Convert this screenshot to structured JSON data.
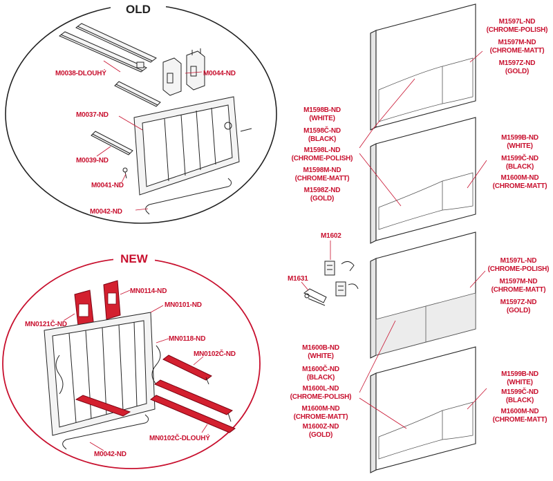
{
  "sections": {
    "old": "OLD",
    "new": "NEW"
  },
  "colors": {
    "accent": "#c8102e",
    "ink": "#222222",
    "part_highlight": "#d3202f"
  },
  "old_parts": {
    "dlouhy": "M0038-DLOUHÝ",
    "m0044": "M0044-ND",
    "m0037": "M0037-ND",
    "m0039": "M0039-ND",
    "m0041": "M0041-ND",
    "m0042": "M0042-ND"
  },
  "new_parts": {
    "mn0121": "MN0121Č-ND",
    "mn0114": "MN0114-ND",
    "mn0101": "MN0101-ND",
    "mn0118": "MN0118-ND",
    "mn0102": "MN0102Č-ND",
    "mn0102_dlouhy": "MN0102Č-DLOUHÝ",
    "m0042": "M0042-ND"
  },
  "clips": {
    "m1602": "M1602",
    "m1631": "M1631"
  },
  "plate_labels": {
    "p1_top": [
      "M1597L-ND",
      "(CHROME-POLISH)",
      "M1597M-ND",
      "(CHROME-MATT)",
      "M1597Z-ND",
      "(GOLD)"
    ],
    "mid_left_a": [
      "M1598B-ND",
      "(WHITE)",
      "M1598Č-ND",
      "(BLACK)",
      "M1598L-ND",
      "(CHROME-POLISH)",
      "M1598M-ND",
      "(CHROME-MATT)",
      "M1598Z-ND",
      "(GOLD)"
    ],
    "p2_right": [
      "M1599B-ND",
      "(WHITE)",
      "M1599Č-ND",
      "(BLACK)",
      "M1600M-ND",
      "(CHROME-MATT)"
    ],
    "p3_right": [
      "M1597L-ND",
      "(CHROME-POLISH)",
      "M1597M-ND",
      "(CHROME-MATT)",
      "M1597Z-ND",
      "(GOLD)"
    ],
    "mid_left_b": [
      "M1600B-ND",
      "(WHITE)",
      "M1600Č-ND",
      "(BLACK)",
      "M1600L-ND",
      "(CHROME-POLISH)",
      "M1600M-ND",
      "(CHROME-MATT)",
      "M1600Z-ND",
      "(GOLD)"
    ],
    "p4_right": [
      "M1599B-ND",
      "(WHITE)",
      "M1599Č-ND",
      "(BLACK)",
      "M1600M-ND",
      "(CHROME-MATT)"
    ]
  }
}
